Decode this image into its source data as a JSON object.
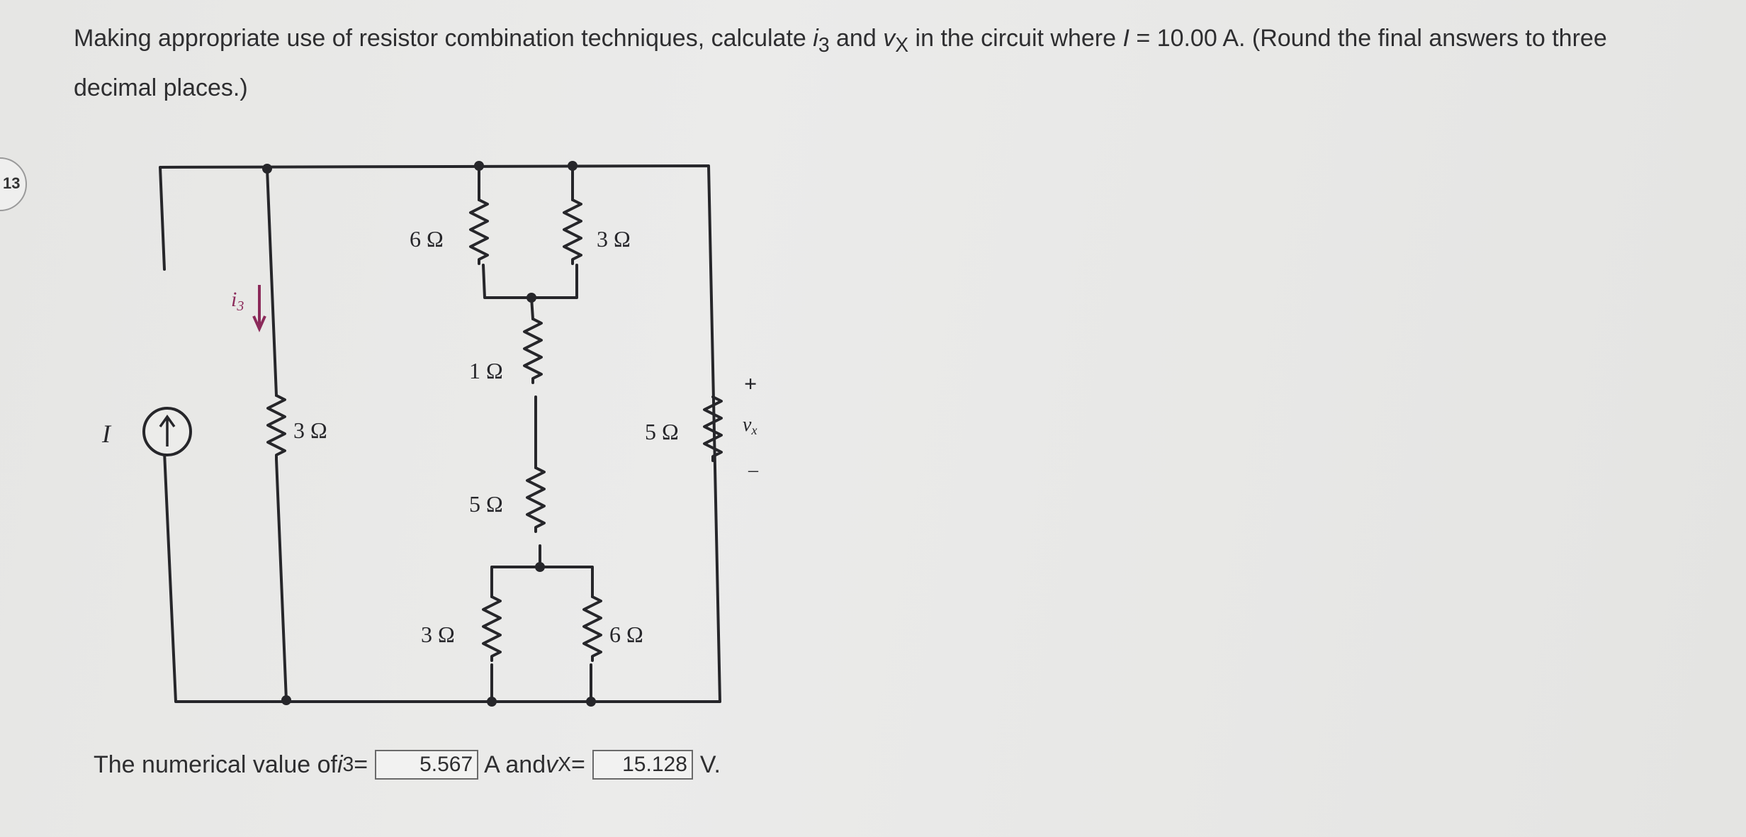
{
  "question": {
    "number": "13",
    "text_1": "Making appropriate use of resistor combination techniques, calculate ",
    "var_i3": "i",
    "sub_3": "3",
    "and": " and ",
    "var_vx": "v",
    "sub_x": "X",
    "text_2": " in the circuit where ",
    "var_I": "I",
    "text_3": " = 10.00 A. (Round the final answers to three decimal places.)"
  },
  "circuit": {
    "source_label": "I",
    "current_label": "i",
    "current_sub": "3",
    "r_left": "3 Ω",
    "r_top_left": "6 Ω",
    "r_top_right": "3 Ω",
    "r_mid_1": "1 Ω",
    "r_mid_5": "5 Ω",
    "r_right": "5 Ω",
    "r_bottom_left": "3 Ω",
    "r_bottom_right": "6 Ω",
    "plus": "+",
    "minus": "–",
    "vx_label": "v",
    "vx_sub": "x",
    "colors": {
      "wire": "#26262a",
      "current_arrow": "#8b2a5a"
    }
  },
  "answer": {
    "prefix": "The numerical value of ",
    "var_i3": "i",
    "sub_3": "3",
    "eq1": " = ",
    "i3_value": "5.567",
    "mid": " A and ",
    "var_vx": "v",
    "sub_x": "X",
    "eq2": " = ",
    "vx_value": "15.128",
    "suffix": " V."
  }
}
